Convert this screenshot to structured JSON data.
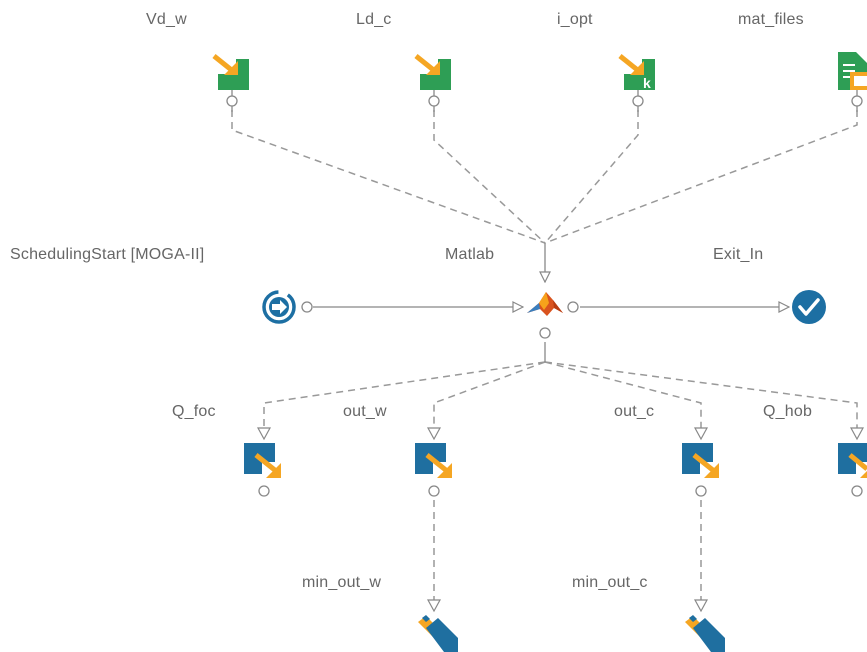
{
  "workflow": {
    "inputs": [
      {
        "label": "Vd_w",
        "icon": "input-variable-icon"
      },
      {
        "label": "Ld_c",
        "icon": "input-variable-icon"
      },
      {
        "label": "i_opt",
        "icon": "constant-input-icon"
      },
      {
        "label": "mat_files",
        "icon": "input-file-icon"
      }
    ],
    "scheduler": {
      "label": "SchedulingStart [MOGA-II]",
      "icon": "scheduler-start-icon"
    },
    "solver": {
      "label": "Matlab",
      "icon": "matlab-icon"
    },
    "exit": {
      "label": "Exit_In",
      "icon": "check-exit-icon"
    },
    "outputs": [
      {
        "label": "Q_foc",
        "icon": "output-variable-icon"
      },
      {
        "label": "out_w",
        "icon": "output-variable-icon"
      },
      {
        "label": "out_c",
        "icon": "output-variable-icon"
      },
      {
        "label": "Q_hob",
        "icon": "output-variable-icon"
      }
    ],
    "objectives": [
      {
        "label": "min_out_w",
        "icon": "objective-minimize-icon"
      },
      {
        "label": "min_out_c",
        "icon": "objective-minimize-icon"
      }
    ]
  },
  "colors": {
    "input_green": "#2e9e55",
    "output_blue": "#1f6fa0",
    "accent_orange": "#f5a623",
    "exit_blue": "#1d6fa3",
    "connector_gray": "#909090",
    "label_gray": "#666666"
  }
}
